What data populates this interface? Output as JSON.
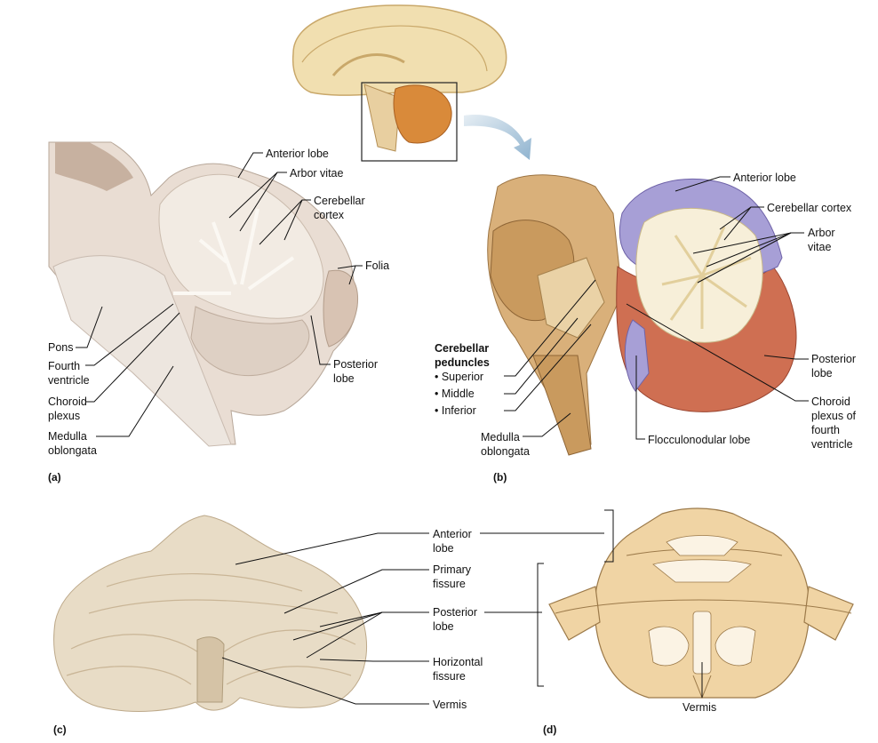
{
  "panel_letters": {
    "a": "(a)",
    "b": "(b)",
    "c": "(c)",
    "d": "(d)"
  },
  "panel_a": {
    "anterior_lobe": "Anterior lobe",
    "arbor_vitae": "Arbor vitae",
    "cerebellar_cortex_1": "Cerebellar",
    "cerebellar_cortex_2": "cortex",
    "folia": "Folia",
    "pons": "Pons",
    "fourth_ventricle_1": "Fourth",
    "fourth_ventricle_2": "ventricle",
    "choroid_plexus_1": "Choroid",
    "choroid_plexus_2": "plexus",
    "medulla_1": "Medulla",
    "medulla_2": "oblongata",
    "posterior_lobe_1": "Posterior",
    "posterior_lobe_2": "lobe"
  },
  "panel_b": {
    "anterior_lobe": "Anterior lobe",
    "cerebellar_cortex": "Cerebellar cortex",
    "arbor_vitae_1": "Arbor",
    "arbor_vitae_2": "vitae",
    "peduncles_1": "Cerebellar",
    "peduncles_2": "peduncles",
    "superior": "• Superior",
    "middle": "• Middle",
    "inferior": "• Inferior",
    "medulla_1": "Medulla",
    "medulla_2": "oblongata",
    "posterior_lobe_1": "Posterior",
    "posterior_lobe_2": "lobe",
    "choroid_1": "Choroid",
    "choroid_2": "plexus of",
    "choroid_3": "fourth",
    "choroid_4": "ventricle",
    "flocculonodular": "Flocculonodular lobe"
  },
  "panel_cd": {
    "anterior_lobe_1": "Anterior",
    "anterior_lobe_2": "lobe",
    "primary_fissure_1": "Primary",
    "primary_fissure_2": "fissure",
    "posterior_lobe_1": "Posterior",
    "posterior_lobe_2": "lobe",
    "horizontal_fissure_1": "Horizontal",
    "horizontal_fissure_2": "fissure",
    "vermis": "Vermis",
    "vermis_d": "Vermis"
  },
  "colors": {
    "brain_inset": "#f1dfb0",
    "cerebellum_orange": "#d98a3a",
    "tissue_pink": "#e9ddd3",
    "brainstem_tan": "#d9b07a",
    "anterior_purple": "#a79fd6",
    "posterior_red": "#cf6f52",
    "arbor_cream": "#f7efd9",
    "diagram_tan": "#f0d4a4",
    "arrow_blue": "#8fb3cf"
  }
}
